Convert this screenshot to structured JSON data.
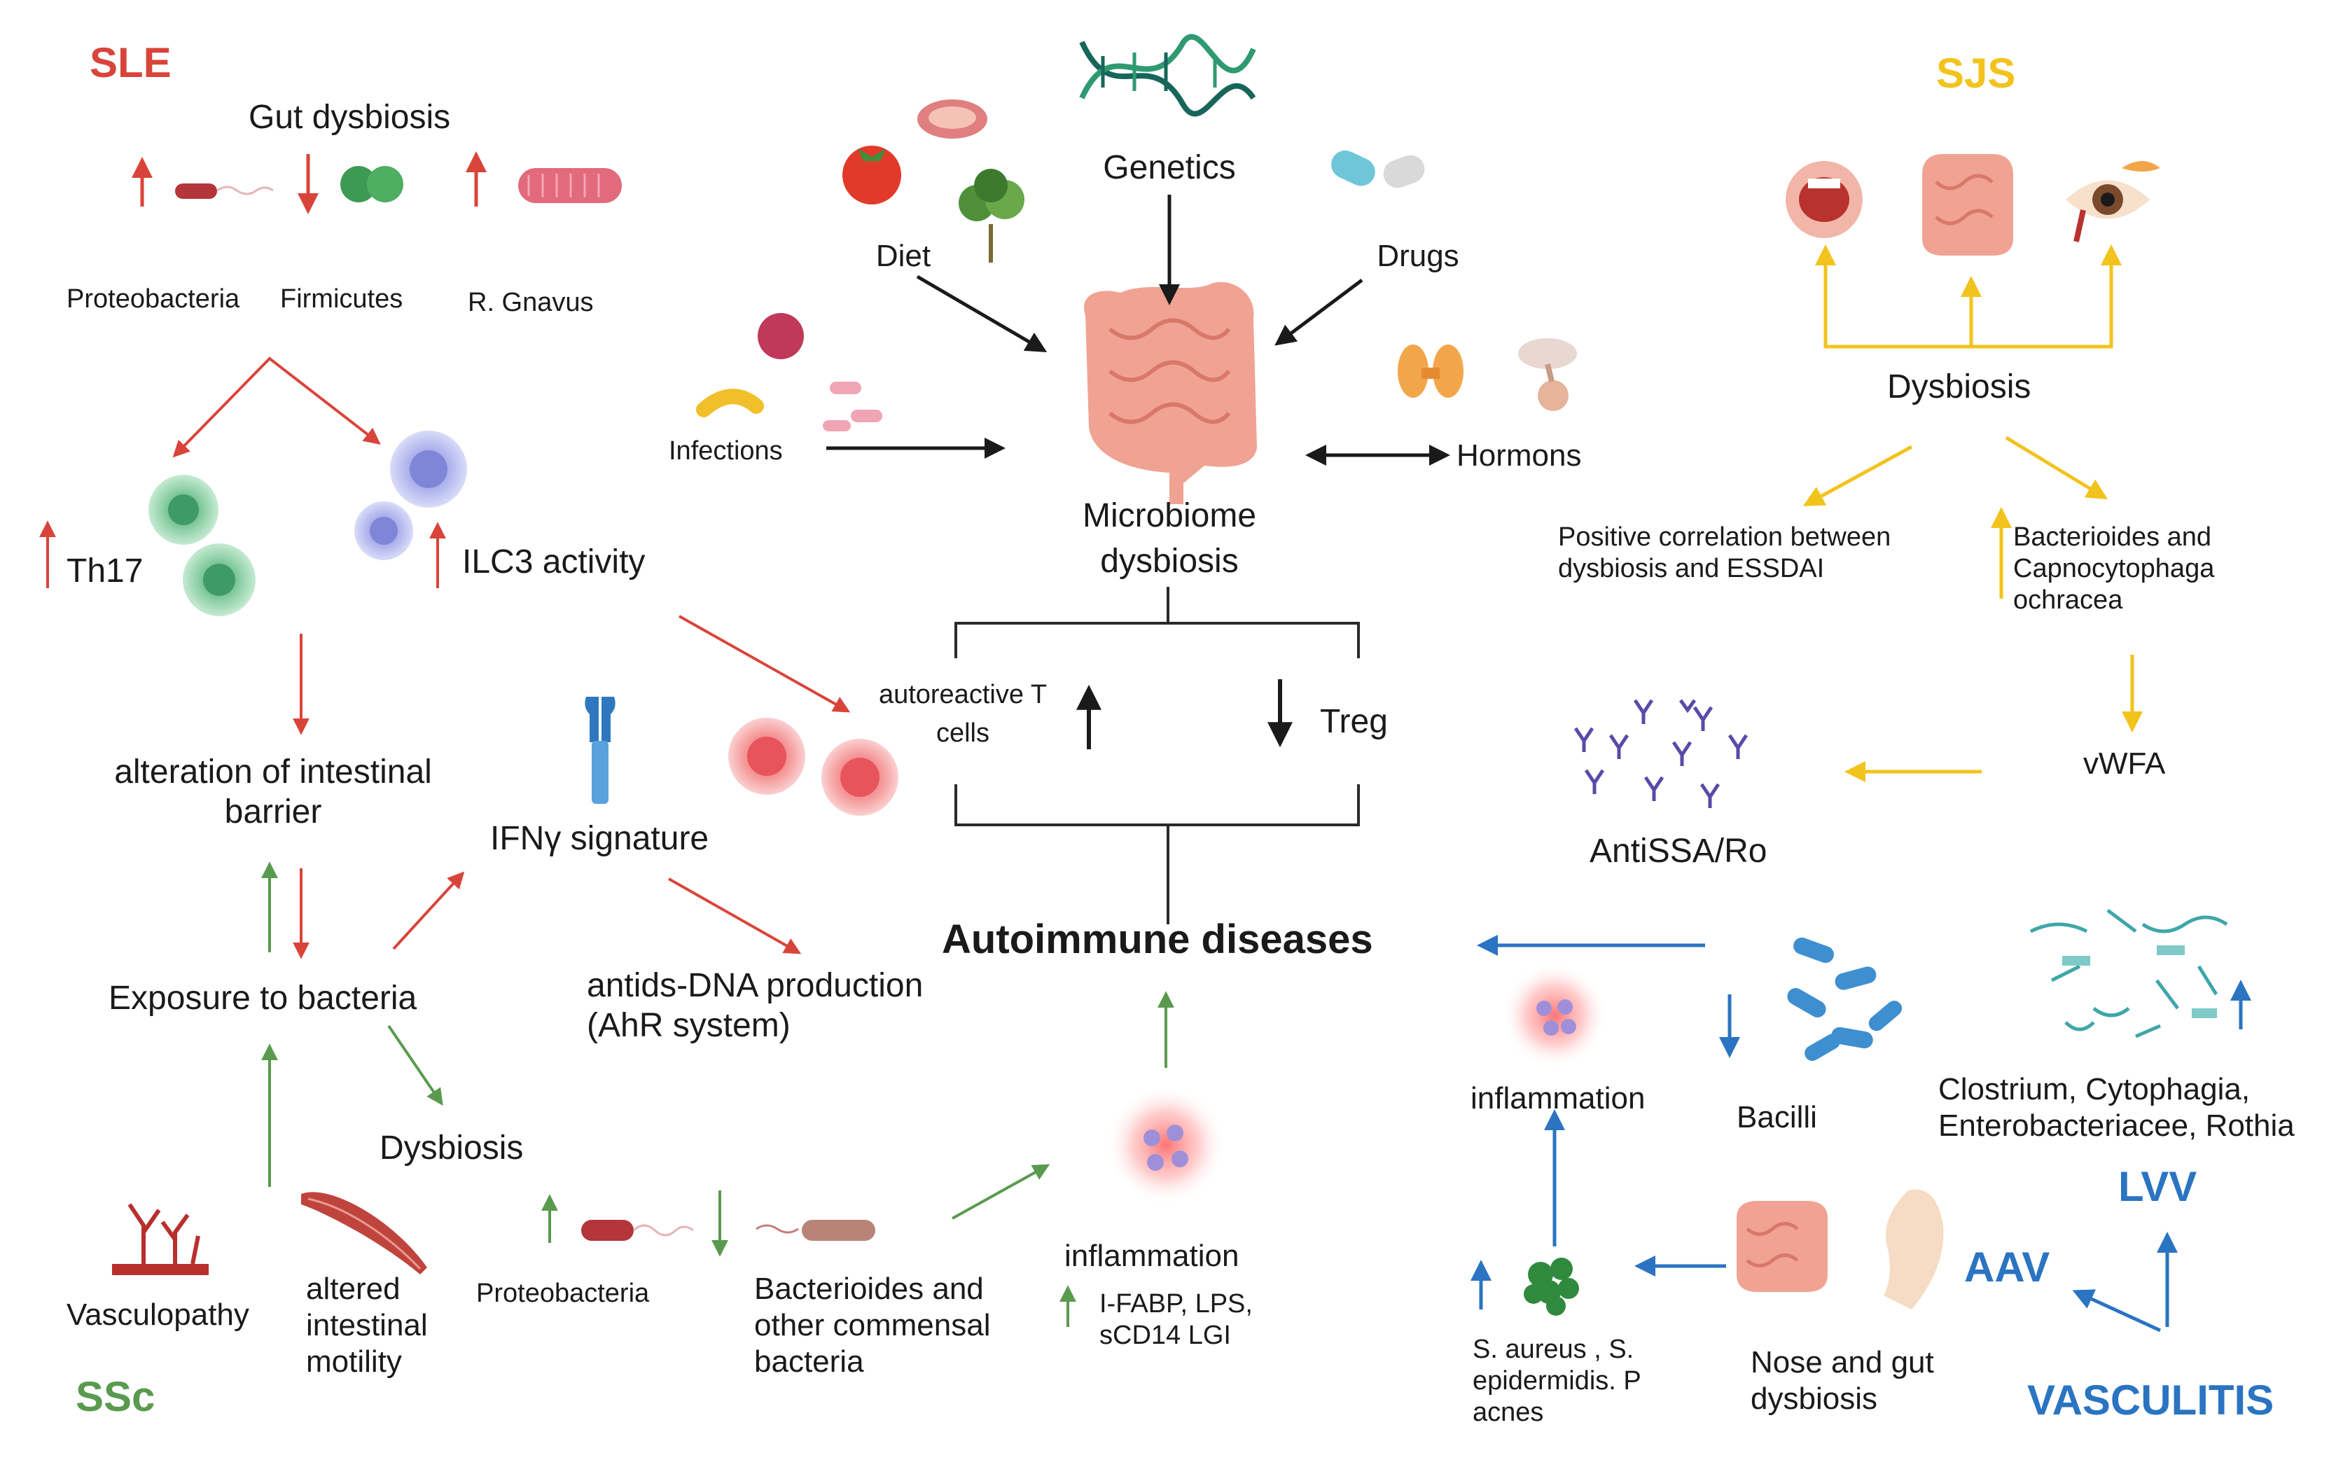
{
  "colors": {
    "sle": "#d9443a",
    "ssc": "#5a9a4e",
    "sjs": "#f2c31c",
    "vasculitis": "#2a74c2",
    "neutral": "#1a1a1a"
  },
  "center": {
    "genetics": "Genetics",
    "diet": "Diet",
    "drugs": "Drugs",
    "infections": "Infections",
    "hormons": "Hormons",
    "microbiome": "Microbiome dysbiosis",
    "autoreactive": "autoreactive T cells",
    "treg": "Treg",
    "autoimmune": "Autoimmune diseases",
    "icons": [
      "dna-icon",
      "tomato-icon",
      "meat-icon",
      "greens-icon",
      "pills-icon",
      "bacteria-icon",
      "thyroid-icon",
      "pituitary-icon",
      "intestine-icon"
    ]
  },
  "sle": {
    "title": "SLE",
    "gut": "Gut dysbiosis",
    "proteobacteria": "Proteobacteria",
    "firmicutes": "Firmicutes",
    "rgnavus": "R. Gnavus",
    "th17": "Th17",
    "ilc3": "ILC3 activity",
    "barrier": "alteration of intestinal barrier",
    "ifn": "IFNγ signature",
    "exposure": "Exposure to bacteria",
    "antids": "antids-DNA production (AhR system)"
  },
  "ssc": {
    "title": "SSc",
    "dysbiosis": "Dysbiosis",
    "vasculopathy": "Vasculopathy",
    "motility": "altered intestinal motility",
    "proteobacteria": "Proteobacteria",
    "bacterioides": "Bacterioides and other commensal bacteria",
    "inflammation": "inflammation",
    "markers": "I-FABP, LPS, sCD14 LGI"
  },
  "sjs": {
    "title": "SJS",
    "dysbiosis": "Dysbiosis",
    "positive": "Positive correlation between dysbiosis and ESSDAI",
    "bacterioides": "Bacterioides and Capnocytophaga ochracea",
    "vwfa": "vWFA",
    "antissa": "AntiSSA/Ro"
  },
  "vasculitis": {
    "title": "VASCULITIS",
    "lvv": "LVV",
    "aav": "AAV",
    "inflammation": "inflammation",
    "bacilli": "Bacilli",
    "clostrium": "Clostrium, Cytophagia, Enterobacteriacee, Rothia",
    "saureus": "S. aureus , S. epidermidis. P acnes",
    "nose": "Nose and gut dysbiosis"
  }
}
